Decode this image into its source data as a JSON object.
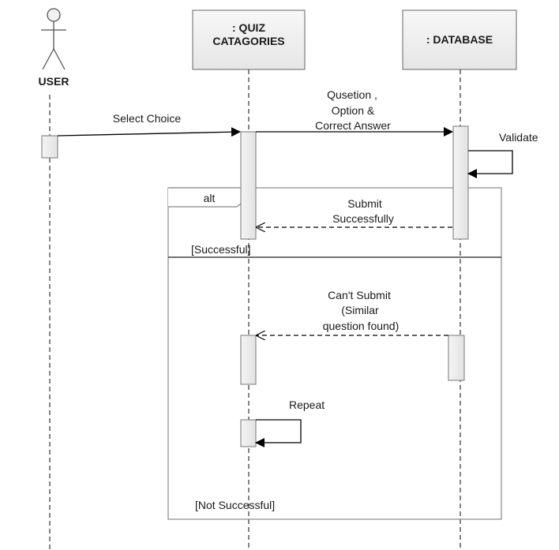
{
  "actor": {
    "name": "USER"
  },
  "lifelines": {
    "quiz": {
      "line1": ": QUIZ",
      "line2": "CATAGORIES"
    },
    "database": {
      "name": ": DATABASE"
    }
  },
  "messages": {
    "select_choice": "Select Choice",
    "question_line1": "Qusetion ,",
    "question_line2": "Option &",
    "question_line3": "Correct Answer",
    "validate": "Validate",
    "submit_line1": "Submit",
    "submit_line2": "Successfully",
    "cant_line1": "Can't Submit",
    "cant_line2": "(Similar",
    "cant_line3": "question found)",
    "repeat": "Repeat"
  },
  "fragment": {
    "operator": "alt",
    "guard_success": "[Successful]",
    "guard_fail": "[Not Successful]"
  }
}
